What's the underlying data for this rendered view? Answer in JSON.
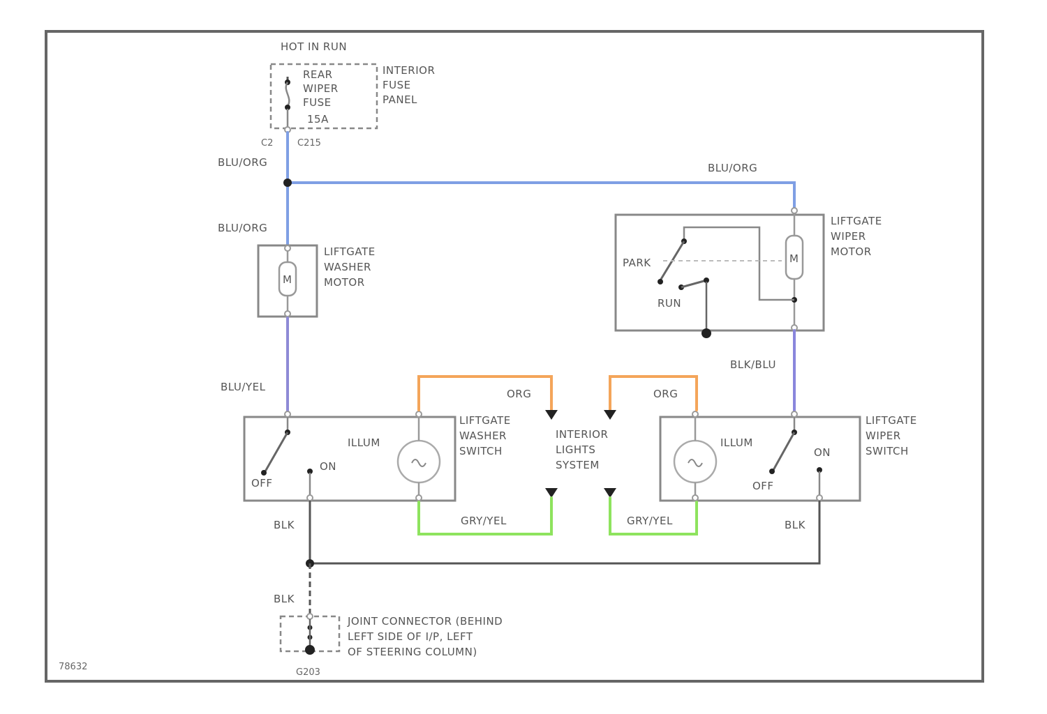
{
  "colors": {
    "blu_org": "#7f9fe4",
    "blu_yel": "#8e8ad6",
    "blk_blu": "#8a86dc",
    "org": "#f4a55a",
    "gry_yel": "#8ee35e",
    "blk": "#555555"
  },
  "labels": {
    "hot_in_run": "HOT IN RUN",
    "fuse_name_1": "REAR",
    "fuse_name_2": "WIPER",
    "fuse_name_3": "FUSE",
    "fuse_amps": "15A",
    "fuse_panel_1": "INTERIOR",
    "fuse_panel_2": "FUSE",
    "fuse_panel_3": "PANEL",
    "pin_c2": "C2",
    "conn_c215": "C215",
    "wire_blu_org_1": "BLU/ORG",
    "wire_blu_org_2": "BLU/ORG",
    "wire_blu_org_3": "BLU/ORG",
    "washer_motor_1": "LIFTGATE",
    "washer_motor_2": "WASHER",
    "washer_motor_3": "MOTOR",
    "washer_motor_m": "M",
    "wiper_motor_1": "LIFTGATE",
    "wiper_motor_2": "WIPER",
    "wiper_motor_3": "MOTOR",
    "wiper_motor_m": "M",
    "park": "PARK",
    "run": "RUN",
    "wire_blk_blu": "BLK/BLU",
    "wire_blu_yel": "BLU/YEL",
    "wire_org_1": "ORG",
    "wire_org_2": "ORG",
    "interior_lights_1": "INTERIOR",
    "interior_lights_2": "LIGHTS",
    "interior_lights_3": "SYSTEM",
    "washer_switch_1": "LIFTGATE",
    "washer_switch_2": "WASHER",
    "washer_switch_3": "SWITCH",
    "wiper_switch_1": "LIFTGATE",
    "wiper_switch_2": "WIPER",
    "wiper_switch_3": "SWITCH",
    "illum_1": "ILLUM",
    "illum_2": "ILLUM",
    "off_1": "OFF",
    "on_1": "ON",
    "off_2": "OFF",
    "on_2": "ON",
    "wire_gry_yel_1": "GRY/YEL",
    "wire_gry_yel_2": "GRY/YEL",
    "wire_blk_1": "BLK",
    "wire_blk_2": "BLK",
    "wire_blk_3": "BLK",
    "joint_1": "JOINT CONNECTOR (BEHIND",
    "joint_2": "LEFT SIDE OF I/P, LEFT",
    "joint_3": "OF STEERING COLUMN)",
    "ground": "G203",
    "figure_id": "78632"
  }
}
